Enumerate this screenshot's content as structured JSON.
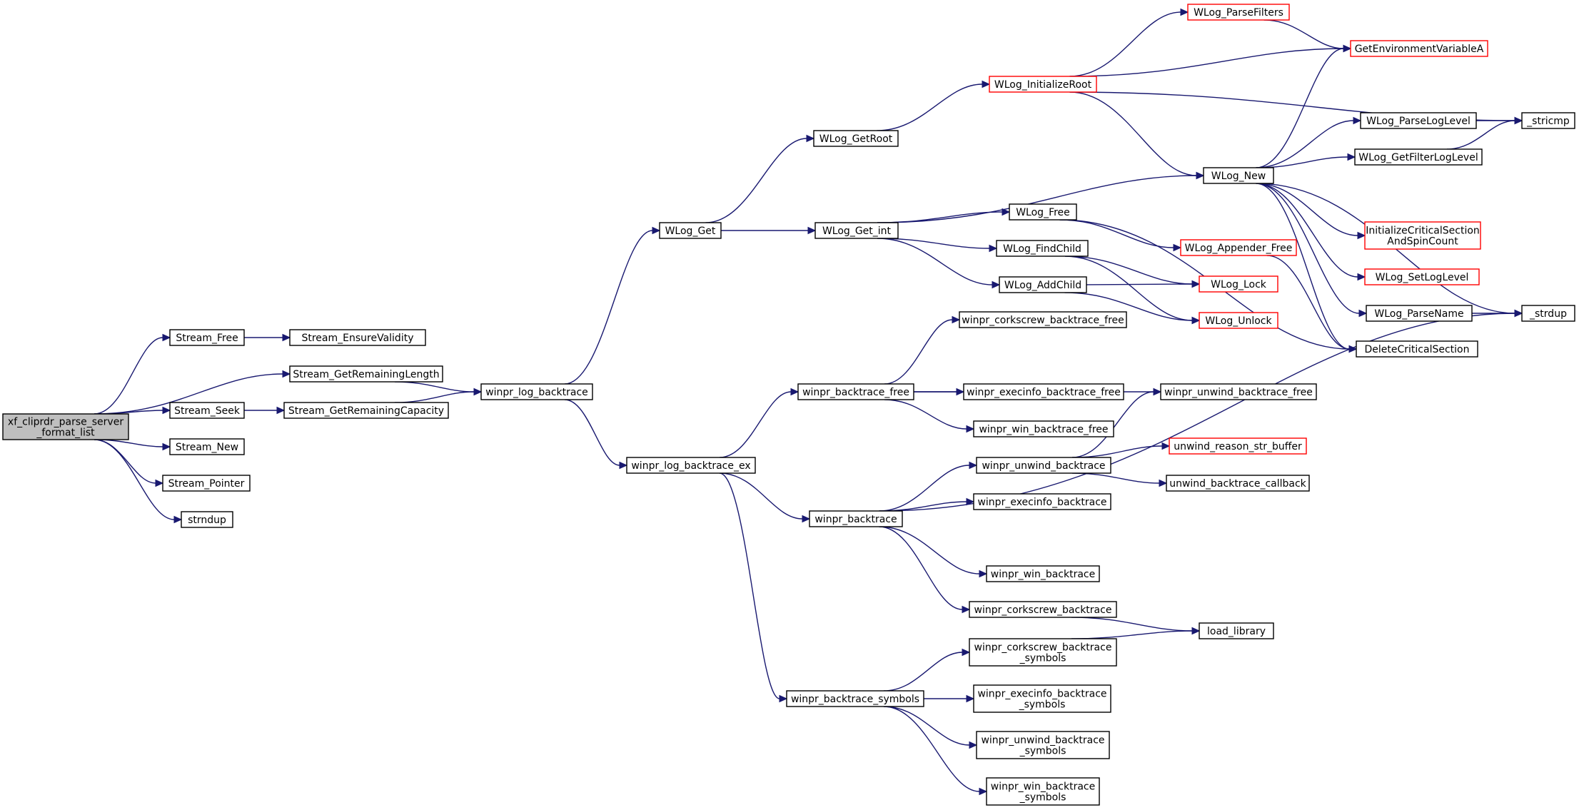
{
  "colors": {
    "edge": "#191970",
    "node_border": "#000000",
    "truncated_node_border": "#ff0000",
    "root_fill": "#bfbfbf",
    "node_fill": "#ffffff"
  },
  "nodes": [
    {
      "id": "root",
      "lines": [
        "xf_cliprdr_parse_server",
        "_format_list"
      ],
      "style": "root"
    },
    {
      "id": "stream_free",
      "lines": [
        "Stream_Free"
      ],
      "style": "normal"
    },
    {
      "id": "stream_ensurevalidity",
      "lines": [
        "Stream_EnsureValidity"
      ],
      "style": "normal"
    },
    {
      "id": "stream_getremaininglength",
      "lines": [
        "Stream_GetRemainingLength"
      ],
      "style": "normal"
    },
    {
      "id": "stream_seek",
      "lines": [
        "Stream_Seek"
      ],
      "style": "normal"
    },
    {
      "id": "stream_getremainingcapacity",
      "lines": [
        "Stream_GetRemainingCapacity"
      ],
      "style": "normal"
    },
    {
      "id": "stream_new",
      "lines": [
        "Stream_New"
      ],
      "style": "normal"
    },
    {
      "id": "stream_pointer",
      "lines": [
        "Stream_Pointer"
      ],
      "style": "normal"
    },
    {
      "id": "strndup",
      "lines": [
        "strndup"
      ],
      "style": "normal"
    },
    {
      "id": "winpr_log_backtrace",
      "lines": [
        "winpr_log_backtrace"
      ],
      "style": "normal"
    },
    {
      "id": "wlog_get",
      "lines": [
        "WLog_Get"
      ],
      "style": "normal"
    },
    {
      "id": "winpr_log_backtrace_ex",
      "lines": [
        "winpr_log_backtrace_ex"
      ],
      "style": "normal"
    },
    {
      "id": "wlog_getroot",
      "lines": [
        "WLog_GetRoot"
      ],
      "style": "normal"
    },
    {
      "id": "wlog_get_int",
      "lines": [
        "WLog_Get_int"
      ],
      "style": "normal"
    },
    {
      "id": "wlog_initializeroot",
      "lines": [
        "WLog_InitializeRoot"
      ],
      "style": "truncated"
    },
    {
      "id": "wlog_parsefilters",
      "lines": [
        "WLog_ParseFilters"
      ],
      "style": "truncated"
    },
    {
      "id": "getenvironmentvariablea",
      "lines": [
        "GetEnvironmentVariableA"
      ],
      "style": "truncated"
    },
    {
      "id": "stricmp",
      "lines": [
        "_stricmp"
      ],
      "style": "normal"
    },
    {
      "id": "wlog_new",
      "lines": [
        "WLog_New"
      ],
      "style": "normal"
    },
    {
      "id": "wlog_parseloglevel",
      "lines": [
        "WLog_ParseLogLevel"
      ],
      "style": "normal"
    },
    {
      "id": "wlog_getfilterloglevel",
      "lines": [
        "WLog_GetFilterLogLevel"
      ],
      "style": "normal"
    },
    {
      "id": "initcs",
      "lines": [
        "InitializeCriticalSection",
        "AndSpinCount"
      ],
      "style": "truncated"
    },
    {
      "id": "wlog_setloglevel",
      "lines": [
        "WLog_SetLogLevel"
      ],
      "style": "truncated"
    },
    {
      "id": "wlog_parsename",
      "lines": [
        "WLog_ParseName"
      ],
      "style": "normal"
    },
    {
      "id": "strdup",
      "lines": [
        "_strdup"
      ],
      "style": "normal"
    },
    {
      "id": "wlog_free",
      "lines": [
        "WLog_Free"
      ],
      "style": "normal"
    },
    {
      "id": "wlog_appender_free",
      "lines": [
        "WLog_Appender_Free"
      ],
      "style": "truncated"
    },
    {
      "id": "wlog_findchild",
      "lines": [
        "WLog_FindChild"
      ],
      "style": "normal"
    },
    {
      "id": "wlog_lock",
      "lines": [
        "WLog_Lock"
      ],
      "style": "truncated"
    },
    {
      "id": "wlog_addchild",
      "lines": [
        "WLog_AddChild"
      ],
      "style": "normal"
    },
    {
      "id": "wlog_unlock",
      "lines": [
        "WLog_Unlock"
      ],
      "style": "truncated"
    },
    {
      "id": "deletecs",
      "lines": [
        "DeleteCriticalSection"
      ],
      "style": "normal"
    },
    {
      "id": "winpr_corkscrew_backtrace_free",
      "lines": [
        "winpr_corkscrew_backtrace_free"
      ],
      "style": "normal"
    },
    {
      "id": "winpr_backtrace_free",
      "lines": [
        "winpr_backtrace_free"
      ],
      "style": "normal"
    },
    {
      "id": "winpr_execinfo_backtrace_free",
      "lines": [
        "winpr_execinfo_backtrace_free"
      ],
      "style": "normal"
    },
    {
      "id": "winpr_unwind_backtrace_free",
      "lines": [
        "winpr_unwind_backtrace_free"
      ],
      "style": "normal"
    },
    {
      "id": "winpr_win_backtrace_free",
      "lines": [
        "winpr_win_backtrace_free"
      ],
      "style": "normal"
    },
    {
      "id": "winpr_unwind_backtrace",
      "lines": [
        "winpr_unwind_backtrace"
      ],
      "style": "normal"
    },
    {
      "id": "unwind_reason_str_buffer",
      "lines": [
        "unwind_reason_str_buffer"
      ],
      "style": "truncated"
    },
    {
      "id": "unwind_backtrace_callback",
      "lines": [
        "unwind_backtrace_callback"
      ],
      "style": "normal"
    },
    {
      "id": "winpr_execinfo_backtrace",
      "lines": [
        "winpr_execinfo_backtrace"
      ],
      "style": "normal"
    },
    {
      "id": "winpr_backtrace",
      "lines": [
        "winpr_backtrace"
      ],
      "style": "normal"
    },
    {
      "id": "winpr_win_backtrace",
      "lines": [
        "winpr_win_backtrace"
      ],
      "style": "normal"
    },
    {
      "id": "winpr_corkscrew_backtrace",
      "lines": [
        "winpr_corkscrew_backtrace"
      ],
      "style": "normal"
    },
    {
      "id": "load_library",
      "lines": [
        "load_library"
      ],
      "style": "normal"
    },
    {
      "id": "winpr_corkscrew_backtrace_symbols",
      "lines": [
        "winpr_corkscrew_backtrace",
        "_symbols"
      ],
      "style": "normal"
    },
    {
      "id": "winpr_backtrace_symbols",
      "lines": [
        "winpr_backtrace_symbols"
      ],
      "style": "normal"
    },
    {
      "id": "winpr_execinfo_backtrace_symbols",
      "lines": [
        "winpr_execinfo_backtrace",
        "_symbols"
      ],
      "style": "normal"
    },
    {
      "id": "winpr_unwind_backtrace_symbols",
      "lines": [
        "winpr_unwind_backtrace",
        "_symbols"
      ],
      "style": "normal"
    },
    {
      "id": "winpr_win_backtrace_symbols",
      "lines": [
        "winpr_win_backtrace",
        "_symbols"
      ],
      "style": "normal"
    }
  ],
  "edges": [
    [
      "root",
      "stream_free"
    ],
    [
      "root",
      "stream_getremaininglength"
    ],
    [
      "root",
      "stream_seek"
    ],
    [
      "root",
      "stream_new"
    ],
    [
      "root",
      "stream_pointer"
    ],
    [
      "root",
      "strndup"
    ],
    [
      "stream_free",
      "stream_ensurevalidity"
    ],
    [
      "stream_seek",
      "stream_getremainingcapacity"
    ],
    [
      "stream_getremaininglength",
      "winpr_log_backtrace"
    ],
    [
      "stream_getremainingcapacity",
      "winpr_log_backtrace"
    ],
    [
      "winpr_log_backtrace",
      "wlog_get"
    ],
    [
      "winpr_log_backtrace",
      "winpr_log_backtrace_ex"
    ],
    [
      "wlog_get",
      "wlog_getroot"
    ],
    [
      "wlog_get",
      "wlog_get_int"
    ],
    [
      "wlog_getroot",
      "wlog_initializeroot"
    ],
    [
      "wlog_initializeroot",
      "wlog_parsefilters"
    ],
    [
      "wlog_initializeroot",
      "getenvironmentvariablea"
    ],
    [
      "wlog_initializeroot",
      "stricmp"
    ],
    [
      "wlog_initializeroot",
      "wlog_new"
    ],
    [
      "wlog_parsefilters",
      "getenvironmentvariablea"
    ],
    [
      "wlog_get_int",
      "wlog_new"
    ],
    [
      "wlog_get_int",
      "wlog_free"
    ],
    [
      "wlog_get_int",
      "wlog_findchild"
    ],
    [
      "wlog_get_int",
      "wlog_addchild"
    ],
    [
      "wlog_new",
      "getenvironmentvariablea"
    ],
    [
      "wlog_new",
      "wlog_parseloglevel"
    ],
    [
      "wlog_new",
      "wlog_getfilterloglevel"
    ],
    [
      "wlog_new",
      "initcs"
    ],
    [
      "wlog_new",
      "wlog_setloglevel"
    ],
    [
      "wlog_new",
      "wlog_parsename"
    ],
    [
      "wlog_new",
      "strdup"
    ],
    [
      "wlog_new",
      "deletecs"
    ],
    [
      "wlog_parseloglevel",
      "stricmp"
    ],
    [
      "wlog_getfilterloglevel",
      "stricmp"
    ],
    [
      "wlog_parsename",
      "strdup"
    ],
    [
      "wlog_free",
      "wlog_appender_free"
    ],
    [
      "wlog_free",
      "deletecs"
    ],
    [
      "wlog_appender_free",
      "deletecs"
    ],
    [
      "wlog_findchild",
      "wlog_lock"
    ],
    [
      "wlog_findchild",
      "wlog_unlock"
    ],
    [
      "wlog_addchild",
      "wlog_lock"
    ],
    [
      "wlog_addchild",
      "wlog_unlock"
    ],
    [
      "winpr_log_backtrace_ex",
      "winpr_backtrace_free"
    ],
    [
      "winpr_log_backtrace_ex",
      "winpr_backtrace"
    ],
    [
      "winpr_log_backtrace_ex",
      "winpr_backtrace_symbols"
    ],
    [
      "winpr_backtrace_free",
      "winpr_corkscrew_backtrace_free"
    ],
    [
      "winpr_backtrace_free",
      "winpr_execinfo_backtrace_free"
    ],
    [
      "winpr_backtrace_free",
      "winpr_unwind_backtrace_free"
    ],
    [
      "winpr_backtrace_free",
      "winpr_win_backtrace_free"
    ],
    [
      "winpr_backtrace",
      "winpr_unwind_backtrace"
    ],
    [
      "winpr_backtrace",
      "winpr_execinfo_backtrace"
    ],
    [
      "winpr_backtrace",
      "winpr_win_backtrace"
    ],
    [
      "winpr_backtrace",
      "winpr_corkscrew_backtrace"
    ],
    [
      "winpr_backtrace",
      "strdup"
    ],
    [
      "winpr_unwind_backtrace",
      "winpr_unwind_backtrace_free"
    ],
    [
      "winpr_unwind_backtrace",
      "unwind_reason_str_buffer"
    ],
    [
      "winpr_unwind_backtrace",
      "unwind_backtrace_callback"
    ],
    [
      "winpr_corkscrew_backtrace",
      "load_library"
    ],
    [
      "winpr_corkscrew_backtrace_symbols",
      "load_library"
    ],
    [
      "winpr_backtrace_symbols",
      "winpr_corkscrew_backtrace_symbols"
    ],
    [
      "winpr_backtrace_symbols",
      "winpr_execinfo_backtrace_symbols"
    ],
    [
      "winpr_backtrace_symbols",
      "winpr_unwind_backtrace_symbols"
    ],
    [
      "winpr_backtrace_symbols",
      "winpr_win_backtrace_symbols"
    ]
  ]
}
